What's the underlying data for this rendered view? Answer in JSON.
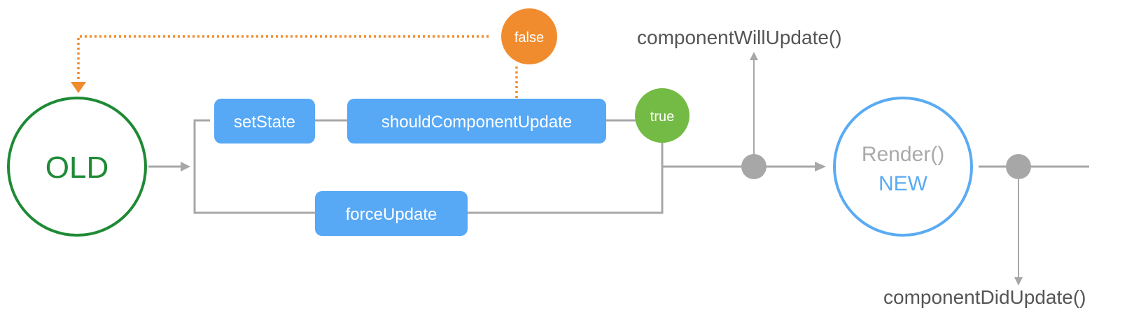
{
  "nodes": {
    "old": {
      "label": "OLD"
    },
    "set_state": {
      "label": "setState"
    },
    "should_component_update": {
      "label": "shouldComponentUpdate"
    },
    "force_update": {
      "label": "forceUpdate"
    },
    "true_node": {
      "label": "true"
    },
    "false_node": {
      "label": "false"
    },
    "render": {
      "label": "Render()",
      "sublabel": "NEW"
    }
  },
  "hooks": {
    "component_will_update": "componentWillUpdate()",
    "component_did_update": "componentDidUpdate()"
  },
  "colors": {
    "old_circle": "#1e8a35",
    "method_box": "#57a8f5",
    "true_circle": "#74bb45",
    "false_circle": "#f18c2e",
    "render_circle": "#5aabf2",
    "render_text": "#aaaaaa",
    "connector": "#a7a7a7",
    "hook_text": "#555555",
    "false_path": "#f18c2e"
  }
}
